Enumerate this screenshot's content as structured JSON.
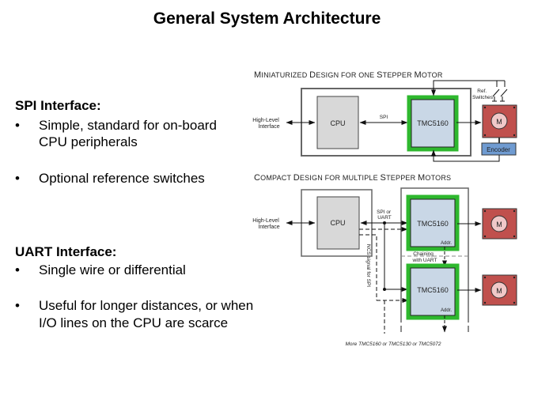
{
  "slide": {
    "title": "General System Architecture"
  },
  "spi": {
    "heading": "SPI Interface:",
    "bullets": [
      {
        "symbol": "•",
        "lines": [
          "Simple, standard for on-board",
          "CPU peripherals"
        ]
      },
      {
        "symbol": "•",
        "lines": [
          "Optional reference switches"
        ]
      }
    ]
  },
  "uart": {
    "heading": "UART Interface:",
    "bullets": [
      {
        "symbol": "•",
        "lines": [
          "Single wire or differential"
        ]
      },
      {
        "symbol": "•",
        "lines": [
          "Useful for longer distances, or when",
          "I/O lines on the CPU are scarce"
        ]
      }
    ]
  },
  "diagram_top": {
    "title_parts": [
      "M",
      "INIATURIZED ",
      "D",
      "ESIGN FOR ONE ",
      "S",
      "TEPPER ",
      "M",
      "OTOR"
    ],
    "interface_label": [
      "High-Level",
      "Interface"
    ],
    "cpu": "CPU",
    "bus_label": "SPI",
    "driver": "TMC5160",
    "motor": "M",
    "switches_label": [
      "Ref.",
      "Switches"
    ],
    "encoder": "Encoder"
  },
  "diagram_bottom": {
    "title_parts": [
      "C",
      "OMPACT ",
      "D",
      "ESIGN FOR MULTIPLE ",
      "S",
      "TEPPER ",
      "M",
      "OTORS"
    ],
    "interface_label": [
      "High-Level",
      "Interface"
    ],
    "cpu": "CPU",
    "bus_label": [
      "SPI or",
      "UART"
    ],
    "drivers": [
      {
        "name": "TMC5160",
        "addr": "Addr."
      },
      {
        "name": "TMC5160",
        "addr": "Addr."
      }
    ],
    "motors": [
      "M",
      "M"
    ],
    "chaining_label": [
      "Chaining",
      "with UART"
    ],
    "ncs_label": "NCS signal for SPI",
    "footnote": "More TMC5160 or TMC5130 or TMC5072"
  },
  "colors": {
    "driver_fill": "#c9d7e6",
    "driver_border": "#2eb82e",
    "cpu_fill": "#d8d8d8",
    "motor_fill": "#c0504d",
    "motor_circle": "#f0c8c8",
    "encoder_fill": "#6f9bd1"
  }
}
